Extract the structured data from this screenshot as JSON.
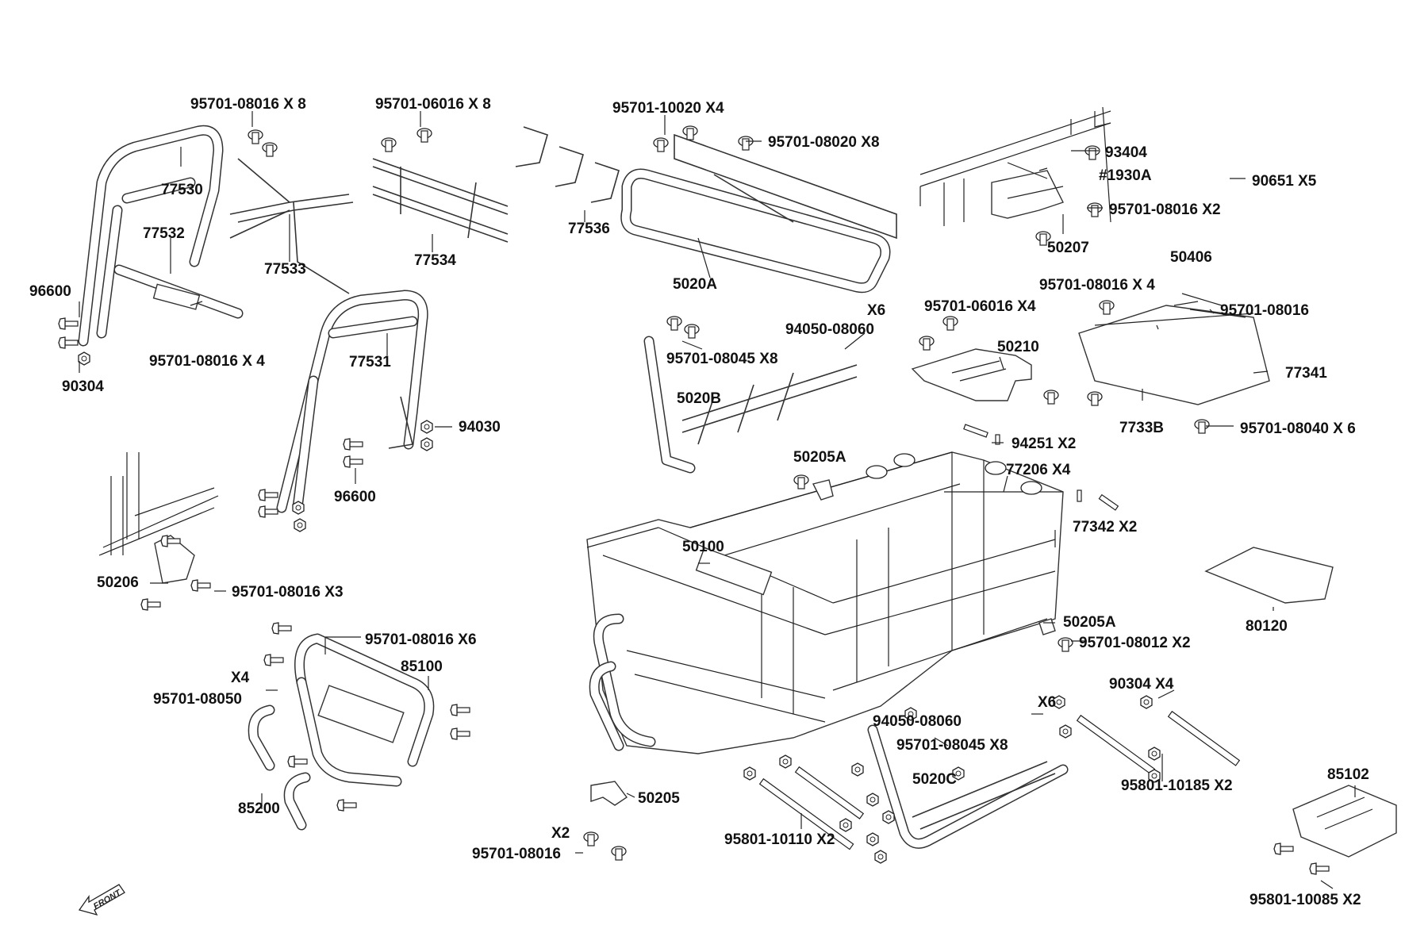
{
  "diagram": {
    "front_marker": "FRONT",
    "labels": [
      {
        "id": "l01",
        "text": "95701-08016 X 8"
      },
      {
        "id": "l02",
        "text": "95701-06016 X 8"
      },
      {
        "id": "l03",
        "text": "95701-10020 X4"
      },
      {
        "id": "l04",
        "text": "95701-08020 X8"
      },
      {
        "id": "l05",
        "text": "93404"
      },
      {
        "id": "l06",
        "text": "#1930A"
      },
      {
        "id": "l07",
        "text": "90651 X5"
      },
      {
        "id": "l08",
        "text": "95701-08016 X2"
      },
      {
        "id": "l09",
        "text": "50207"
      },
      {
        "id": "l10",
        "text": "77530"
      },
      {
        "id": "l11",
        "text": "77532"
      },
      {
        "id": "l12",
        "text": "77533"
      },
      {
        "id": "l13",
        "text": "77534"
      },
      {
        "id": "l14",
        "text": "77536"
      },
      {
        "id": "l15",
        "text": "5020A"
      },
      {
        "id": "l16",
        "text": "96600"
      },
      {
        "id": "l17",
        "text": "95701-08016 X 4"
      },
      {
        "id": "l18",
        "text": "90304"
      },
      {
        "id": "l19",
        "text": "77531"
      },
      {
        "id": "l20",
        "text": "94030"
      },
      {
        "id": "l21",
        "text": "96600"
      },
      {
        "id": "l22",
        "text": "X6"
      },
      {
        "id": "l23",
        "text": "94050-08060"
      },
      {
        "id": "l24",
        "text": "95701-08045 X8"
      },
      {
        "id": "l25",
        "text": "5020B"
      },
      {
        "id": "l26",
        "text": "95701-06016 X4"
      },
      {
        "id": "l27",
        "text": "50210"
      },
      {
        "id": "l28",
        "text": "50406"
      },
      {
        "id": "l29",
        "text": "95701-08016 X 4"
      },
      {
        "id": "l30",
        "text": "95701-08016"
      },
      {
        "id": "l31",
        "text": "77341"
      },
      {
        "id": "l32",
        "text": "7733B"
      },
      {
        "id": "l33",
        "text": "95701-08040 X 6"
      },
      {
        "id": "l34",
        "text": "94251 X2"
      },
      {
        "id": "l35",
        "text": "77206 X4"
      },
      {
        "id": "l36",
        "text": "50205A"
      },
      {
        "id": "l37",
        "text": "77342 X2"
      },
      {
        "id": "l38",
        "text": "50100"
      },
      {
        "id": "l39",
        "text": "50206"
      },
      {
        "id": "l40",
        "text": "95701-08016 X3"
      },
      {
        "id": "l41",
        "text": "80120"
      },
      {
        "id": "l42",
        "text": "50205A"
      },
      {
        "id": "l43",
        "text": "95701-08012 X2"
      },
      {
        "id": "l44",
        "text": "95701-08016 X6"
      },
      {
        "id": "l45",
        "text": "85100"
      },
      {
        "id": "l46",
        "text": "X4"
      },
      {
        "id": "l47",
        "text": "95701-08050"
      },
      {
        "id": "l48",
        "text": "90304  X4"
      },
      {
        "id": "l49",
        "text": "X6"
      },
      {
        "id": "l50",
        "text": "94050-08060"
      },
      {
        "id": "l51",
        "text": "95701-08045 X8"
      },
      {
        "id": "l52",
        "text": "5020C"
      },
      {
        "id": "l53",
        "text": "95801-10185 X2"
      },
      {
        "id": "l54",
        "text": "85200"
      },
      {
        "id": "l55",
        "text": "50205"
      },
      {
        "id": "l56",
        "text": "85102"
      },
      {
        "id": "l57",
        "text": "X2"
      },
      {
        "id": "l58",
        "text": "95701-08016"
      },
      {
        "id": "l59",
        "text": "95801-10110 X2"
      },
      {
        "id": "l60",
        "text": "95801-10085 X2"
      }
    ]
  }
}
